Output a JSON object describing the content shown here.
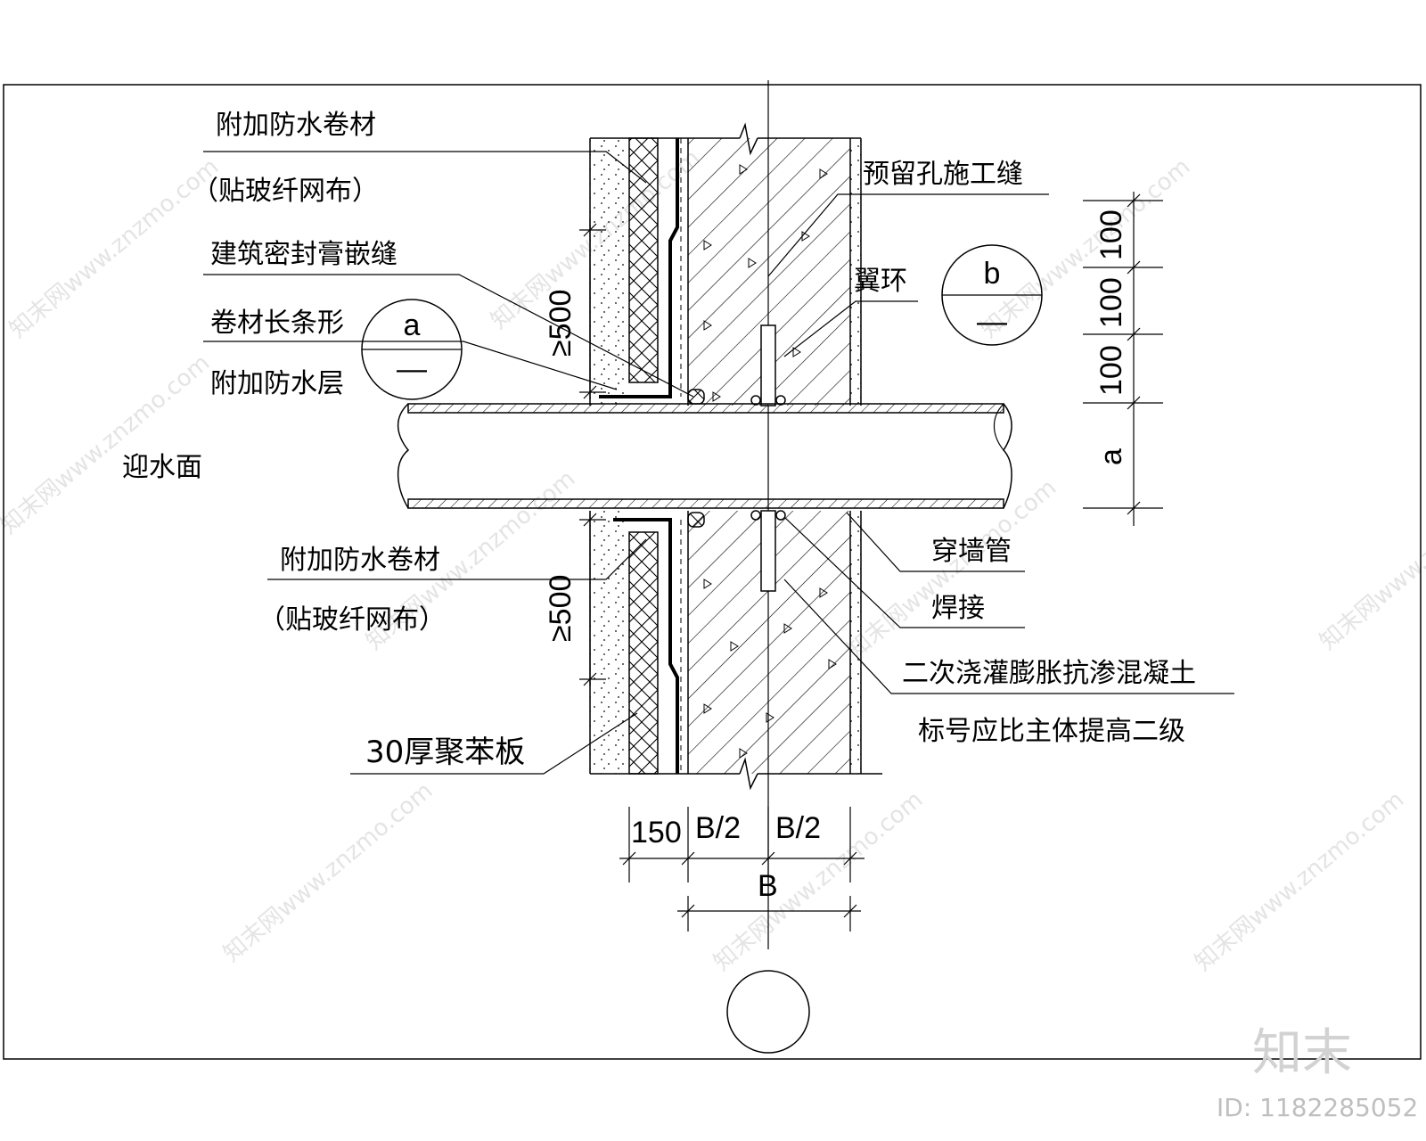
{
  "labels": {
    "membrane_top_1": "附加防水卷材",
    "membrane_top_2": "（贴玻纤网布）",
    "sealant": "建筑密封膏嵌缝",
    "strip_1": "卷材长条形",
    "strip_2": "附加防水层",
    "water_face": "迎水面",
    "membrane_bot_1": "附加防水卷材",
    "membrane_bot_2": "（贴玻纤网布）",
    "eps_board": "30厚聚苯板",
    "construction_joint": "预留孔施工缝",
    "flange_ring": "翼环",
    "wall_pipe": "穿墙管",
    "welding": "焊接",
    "concrete_1": "二次浇灌膨胀抗渗混凝土",
    "concrete_2": "标号应比主体提高二级"
  },
  "callouts": {
    "a_top": "a",
    "a_bottom": "—",
    "b_top": "b",
    "b_bottom": "—"
  },
  "dimensions": {
    "lap_top": "≥500",
    "lap_bottom": "≥500",
    "d100_1": "100",
    "d100_2": "100",
    "d100_3": "100",
    "d_a": "a",
    "d150": "150",
    "half_b_1": "B/2",
    "half_b_2": "B/2",
    "b_total": "B"
  },
  "watermark": {
    "text": "知末网www.znzmo.com",
    "brand": "知末",
    "id": "ID: 1182285052"
  }
}
